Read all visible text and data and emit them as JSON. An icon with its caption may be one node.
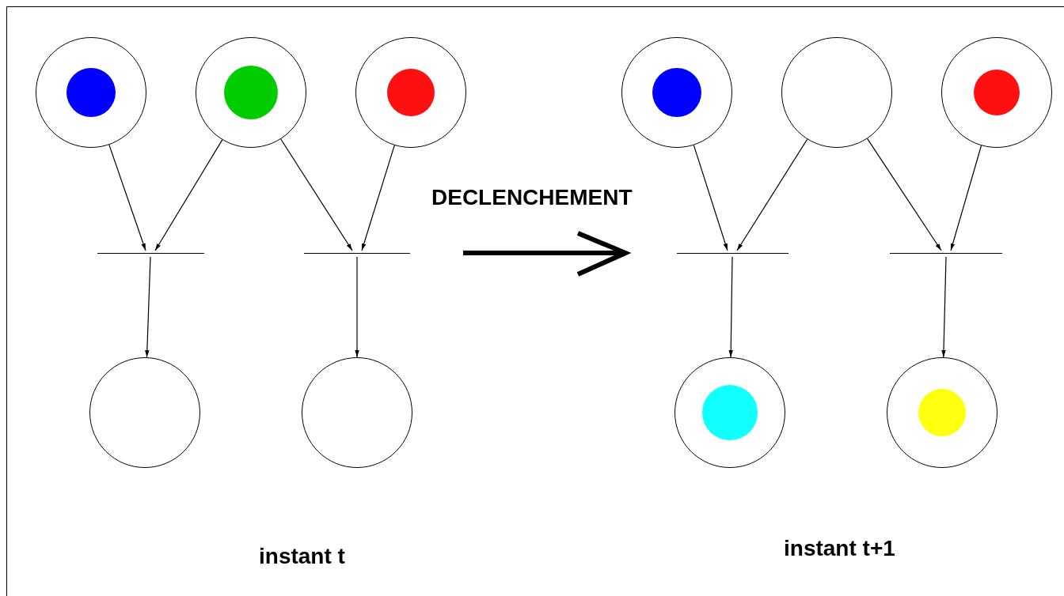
{
  "diagram": {
    "nodes": [
      {
        "text": [],
        "shape": "circle"
      },
      {
        "text": [],
        "shape": "circle"
      },
      {
        "text": [],
        "shape": "circle"
      },
      {
        "text": [],
        "shape": "circle"
      },
      {
        "text": [],
        "shape": "circle"
      },
      {
        "text": [],
        "shape": "circle"
      },
      {
        "text": [],
        "shape": "bar"
      },
      {
        "text": [],
        "shape": "bar"
      },
      {
        "text": [],
        "shape": "bar"
      },
      {
        "text": [],
        "shape": "bar"
      },
      {
        "text": [],
        "shape": "circle"
      },
      {
        "text": [],
        "shape": "circle"
      },
      {
        "text": [],
        "shape": "circle"
      },
      {
        "text": [],
        "shape": "circle"
      }
    ],
    "edges": [
      {
        "from": 0,
        "to": 6,
        "arrow": "to"
      },
      {
        "from": 1,
        "to": 6,
        "arrow": "to"
      },
      {
        "from": 1,
        "to": 7,
        "arrow": "to"
      },
      {
        "from": 2,
        "to": 7,
        "arrow": "to"
      },
      {
        "from": 6,
        "to": 10,
        "arrow": "to"
      },
      {
        "from": 7,
        "to": 11,
        "arrow": "to"
      },
      {
        "from": 3,
        "to": 8,
        "arrow": "to"
      },
      {
        "from": 4,
        "to": 8,
        "arrow": "to"
      },
      {
        "from": 4,
        "to": 9,
        "arrow": "to"
      },
      {
        "from": 5,
        "to": 9,
        "arrow": "to"
      },
      {
        "from": 8,
        "to": 12,
        "arrow": "to"
      },
      {
        "from": 9,
        "to": 13,
        "arrow": "to"
      }
    ],
    "labels": [
      "DECLENCHEMENT",
      "instant t",
      "instant t+1"
    ]
  }
}
